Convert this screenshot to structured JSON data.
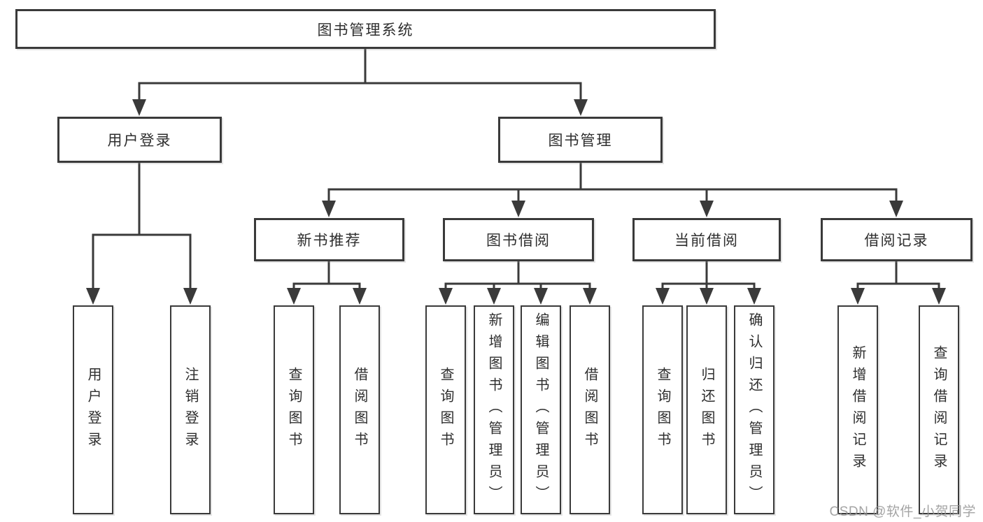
{
  "nodes": {
    "root": "图书管理系统",
    "user_login": "用户登录",
    "book_mgmt": "图书管理",
    "new_book_rec": "新书推荐",
    "book_borrow": "图书借阅",
    "current_borrow": "当前借阅",
    "borrow_records": "借阅记录",
    "leaf_user_login": "用户登录",
    "leaf_logout": "注销登录",
    "leaf_rec_query_book": "查询图书",
    "leaf_rec_borrow_book": "借阅图书",
    "leaf_bb_query_book": "查询图书",
    "leaf_bb_add_book": "新增图书（管理员）",
    "leaf_bb_edit_book": "编辑图书（管理员）",
    "leaf_bb_borrow_book": "借阅图书",
    "leaf_cb_query_book": "查询图书",
    "leaf_cb_return_book": "归还图书",
    "leaf_cb_confirm_return": "确认归还（管理员）",
    "leaf_br_add_record": "新增借阅记录",
    "leaf_br_query_record": "查询借阅记录"
  },
  "watermark": "CSDN @软件_小贺同学",
  "colors": {
    "line": "#3a3a3a",
    "box_border": "#3a3a3a",
    "text": "#2e2e2e",
    "background": "#ffffff",
    "watermark": "#949494"
  }
}
